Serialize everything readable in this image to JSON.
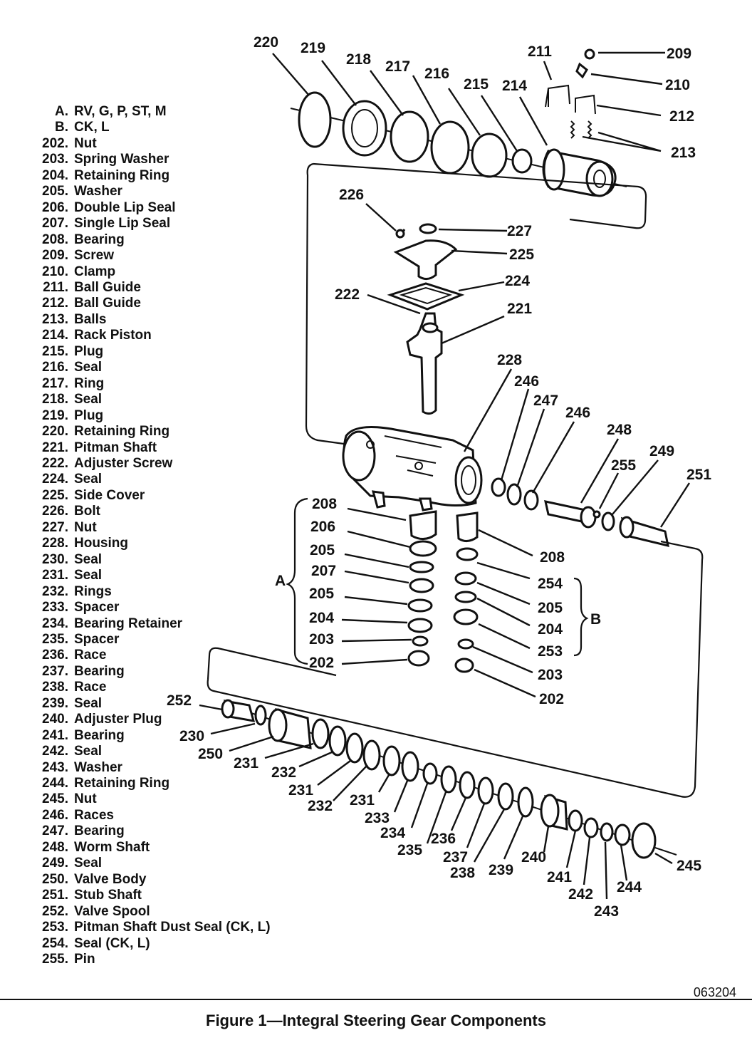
{
  "legend": [
    {
      "num": "A.",
      "label": "RV, G, P, ST, M"
    },
    {
      "num": "B.",
      "label": "CK, L"
    },
    {
      "num": "202.",
      "label": "Nut"
    },
    {
      "num": "203.",
      "label": "Spring Washer"
    },
    {
      "num": "204.",
      "label": "Retaining Ring"
    },
    {
      "num": "205.",
      "label": "Washer"
    },
    {
      "num": "206.",
      "label": "Double Lip Seal"
    },
    {
      "num": "207.",
      "label": "Single Lip Seal"
    },
    {
      "num": "208.",
      "label": "Bearing"
    },
    {
      "num": "209.",
      "label": "Screw"
    },
    {
      "num": "210.",
      "label": "Clamp"
    },
    {
      "num": "211.",
      "label": "Ball Guide"
    },
    {
      "num": "212.",
      "label": "Ball Guide"
    },
    {
      "num": "213.",
      "label": "Balls"
    },
    {
      "num": "214.",
      "label": "Rack Piston"
    },
    {
      "num": "215.",
      "label": "Plug"
    },
    {
      "num": "216.",
      "label": "Seal"
    },
    {
      "num": "217.",
      "label": "Ring"
    },
    {
      "num": "218.",
      "label": "Seal"
    },
    {
      "num": "219.",
      "label": "Plug"
    },
    {
      "num": "220.",
      "label": "Retaining Ring"
    },
    {
      "num": "221.",
      "label": "Pitman Shaft"
    },
    {
      "num": "222.",
      "label": "Adjuster Screw"
    },
    {
      "num": "224.",
      "label": "Seal"
    },
    {
      "num": "225.",
      "label": "Side Cover"
    },
    {
      "num": "226.",
      "label": "Bolt"
    },
    {
      "num": "227.",
      "label": "Nut"
    },
    {
      "num": "228.",
      "label": "Housing"
    },
    {
      "num": "230.",
      "label": "Seal"
    },
    {
      "num": "231.",
      "label": "Seal"
    },
    {
      "num": "232.",
      "label": "Rings"
    },
    {
      "num": "233.",
      "label": "Spacer"
    },
    {
      "num": "234.",
      "label": "Bearing Retainer"
    },
    {
      "num": "235.",
      "label": "Spacer"
    },
    {
      "num": "236.",
      "label": "Race"
    },
    {
      "num": "237.",
      "label": "Bearing"
    },
    {
      "num": "238.",
      "label": "Race"
    },
    {
      "num": "239.",
      "label": "Seal"
    },
    {
      "num": "240.",
      "label": "Adjuster Plug"
    },
    {
      "num": "241.",
      "label": "Bearing"
    },
    {
      "num": "242.",
      "label": "Seal"
    },
    {
      "num": "243.",
      "label": "Washer"
    },
    {
      "num": "244.",
      "label": "Retaining Ring"
    },
    {
      "num": "245.",
      "label": "Nut"
    },
    {
      "num": "246.",
      "label": "Races"
    },
    {
      "num": "247.",
      "label": "Bearing"
    },
    {
      "num": "248.",
      "label": "Worm Shaft"
    },
    {
      "num": "249.",
      "label": "Seal"
    },
    {
      "num": "250.",
      "label": "Valve Body"
    },
    {
      "num": "251.",
      "label": "Stub Shaft"
    },
    {
      "num": "252.",
      "label": "Valve Spool"
    },
    {
      "num": "253.",
      "label": "Pitman Shaft Dust Seal (CK, L)"
    },
    {
      "num": "254.",
      "label": "Seal (CK, L)"
    },
    {
      "num": "255.",
      "label": "Pin"
    }
  ],
  "callouts": {
    "c220": "220",
    "c219": "219",
    "c218": "218",
    "c217": "217",
    "c216": "216",
    "c215": "215",
    "c214": "214",
    "c211": "211",
    "c209": "209",
    "c210": "210",
    "c212": "212",
    "c213": "213",
    "c226": "226",
    "c227": "227",
    "c225": "225",
    "c224": "224",
    "c222": "222",
    "c221": "221",
    "c228": "228",
    "c246a": "246",
    "c247": "247",
    "c246b": "246",
    "c248": "248",
    "c255": "255",
    "c249": "249",
    "c251": "251",
    "cA208": "208",
    "cA206": "206",
    "cA205a": "205",
    "cA207": "207",
    "cA205b": "205",
    "cA204": "204",
    "cA203": "203",
    "cA202": "202",
    "cB208": "208",
    "cB254": "254",
    "cB205": "205",
    "cB204": "204",
    "cB253": "253",
    "cB203": "203",
    "cB202": "202",
    "c252": "252",
    "c230": "230",
    "c250": "250",
    "c231a": "231",
    "c232a": "232",
    "c231b": "231",
    "c232b": "232",
    "c231c": "231",
    "c233": "233",
    "c234": "234",
    "c235": "235",
    "c236": "236",
    "c237": "237",
    "c238": "238",
    "c239": "239",
    "c240": "240",
    "c241": "241",
    "c242": "242",
    "c243": "243",
    "c244": "244",
    "c245": "245"
  },
  "groups": {
    "a": "A",
    "b": "B"
  },
  "figure_code": "063204",
  "caption": "Figure 1—Integral Steering Gear Components"
}
